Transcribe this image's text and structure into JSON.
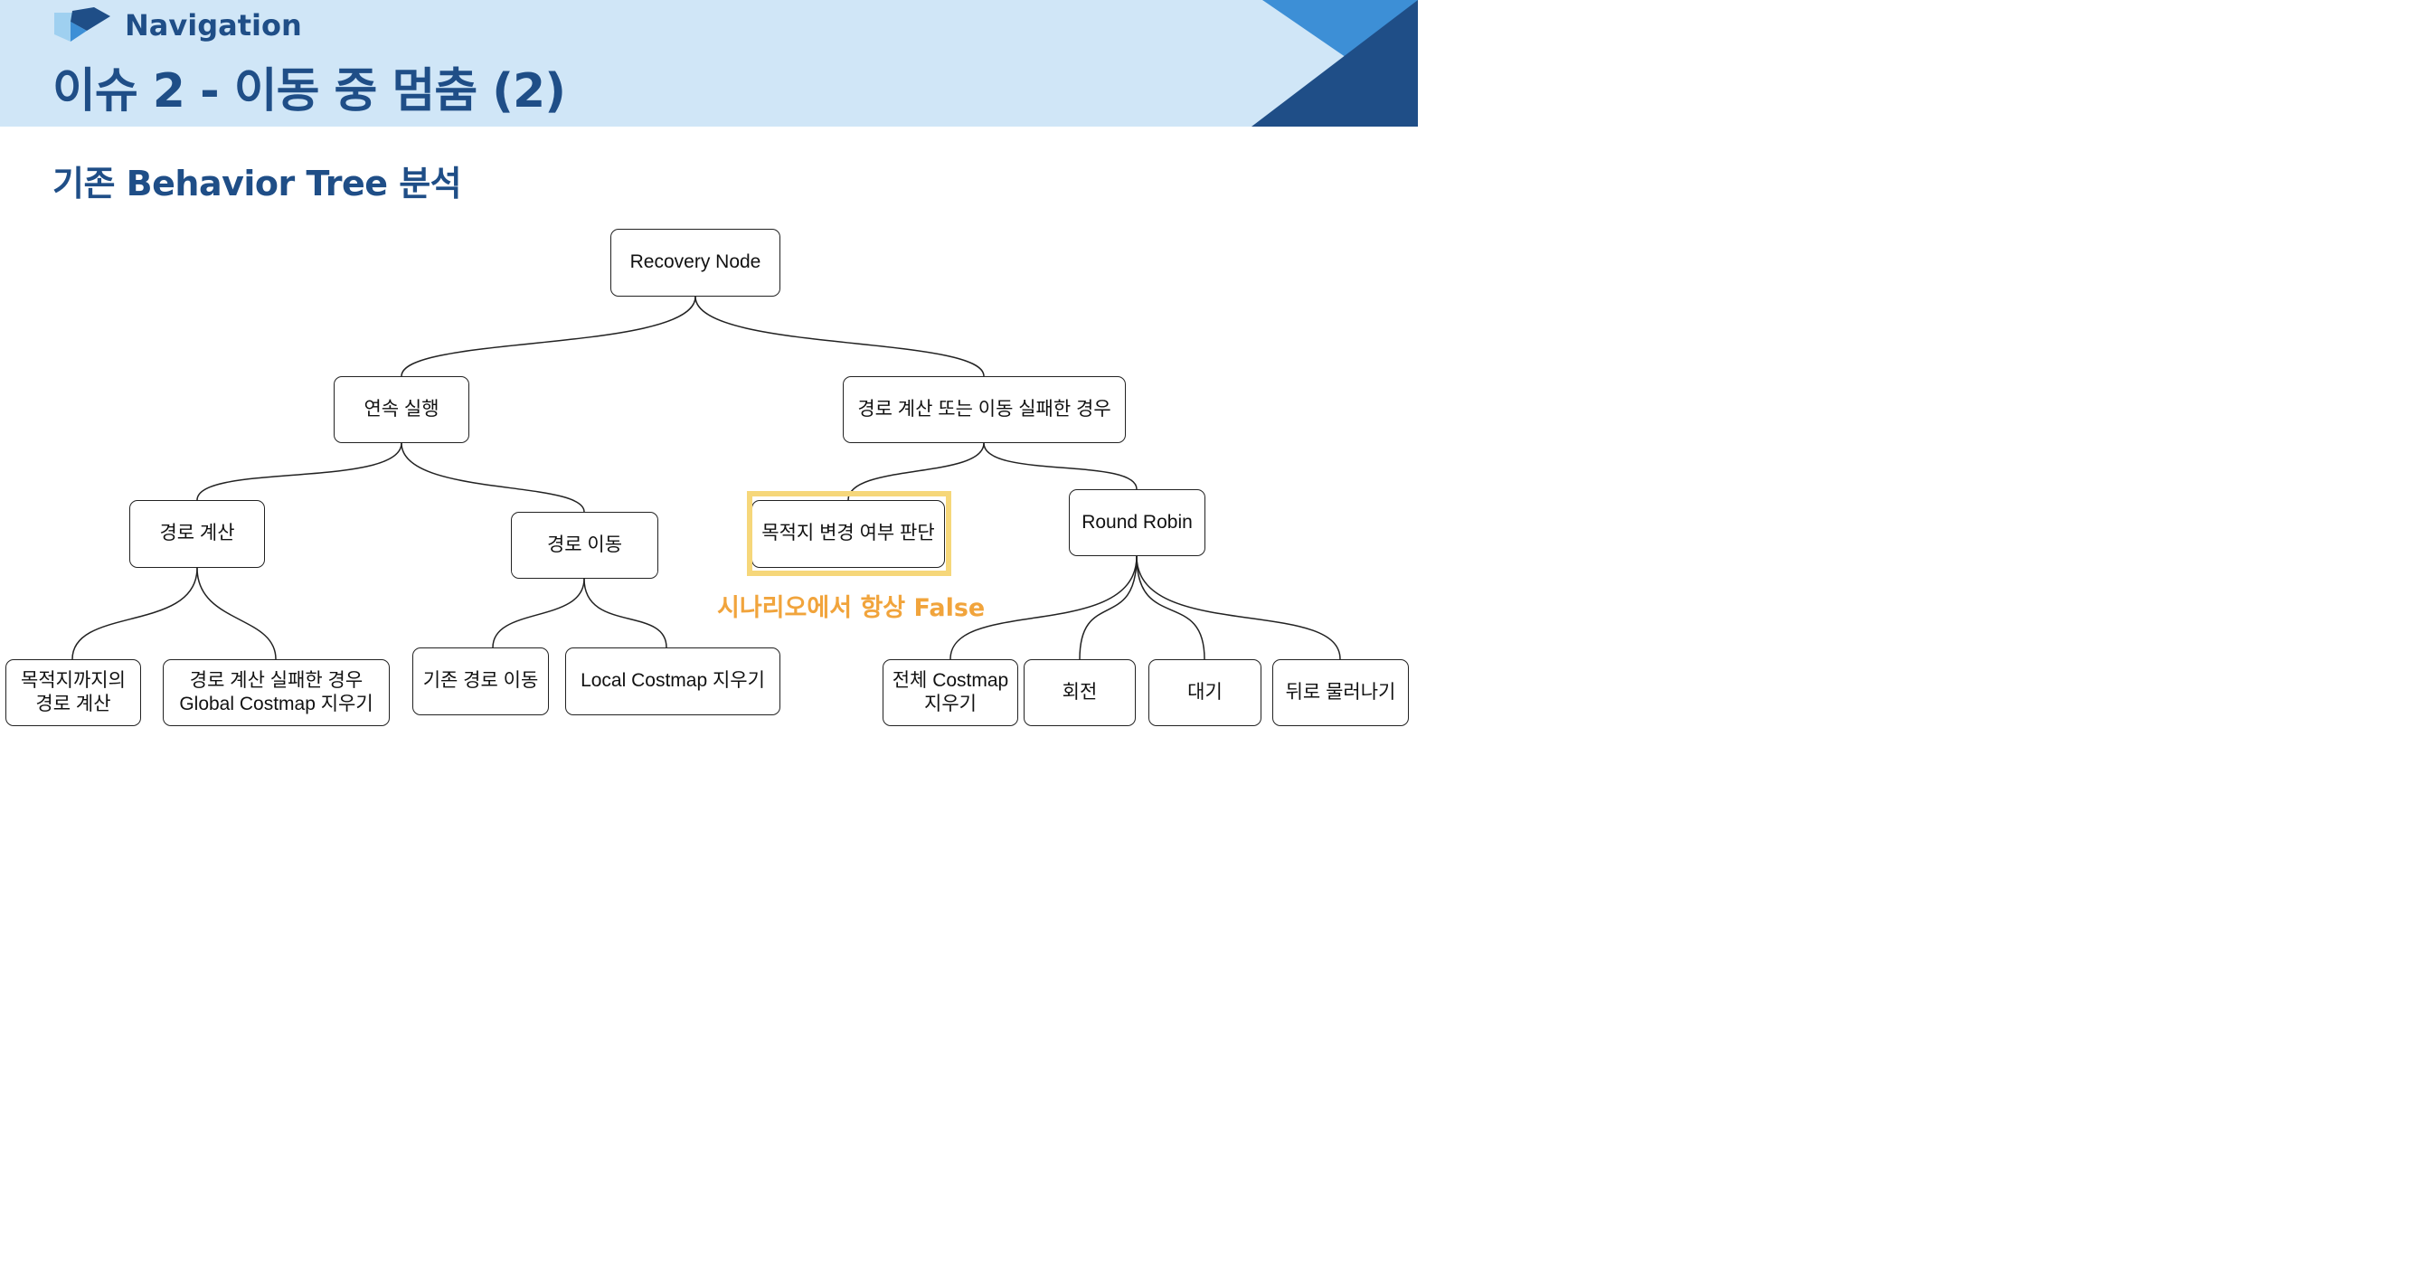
{
  "header": {
    "section": "Navigation",
    "title": "이슈 2 - 이동 중 멈춤 (2)",
    "colors": {
      "background": "#d0e6f7",
      "title": "#1f4e87",
      "corner_dark": "#1f4e87",
      "corner_light": "#3d8fd6"
    }
  },
  "subtitle": "기존 Behavior Tree 분석",
  "tree": {
    "root": "Recovery Node",
    "sequence": "연속 실행",
    "fallback": "경로 계산 또는 이동 실패한 경우",
    "compute_path": "경로 계산",
    "follow_path": "경로 이동",
    "goal_updated": "목적지 변경 여부 판단",
    "round_robin": "Round Robin",
    "compute_path_to_goal": "목적지까지의\n경로 계산",
    "clear_global_costmap": "경로 계산 실패한 경우\nGlobal Costmap 지우기",
    "follow_existing_path": "기존 경로 이동",
    "clear_local_costmap": "Local Costmap 지우기",
    "clear_all_costmap": "전체 Costmap\n지우기",
    "spin": "회전",
    "wait": "대기",
    "back_up": "뒤로 물러나기"
  },
  "annotation": {
    "text": "시나리오에서 항상 False",
    "color": "#f1a43c",
    "highlight_color": "#f6d77a"
  }
}
